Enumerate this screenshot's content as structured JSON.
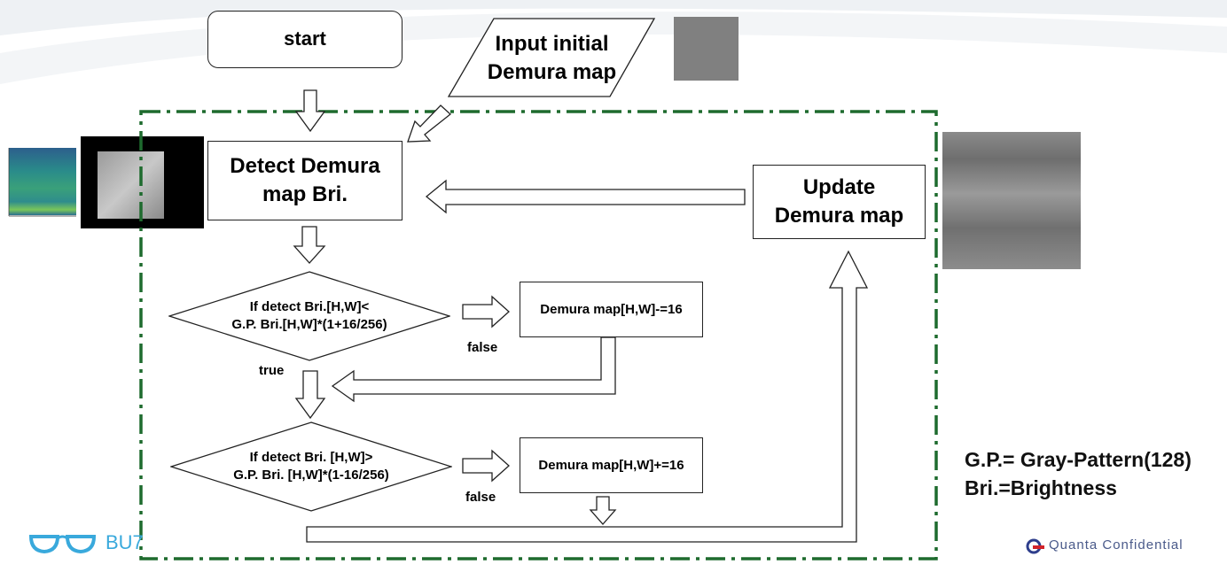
{
  "nodes": {
    "start": "start",
    "input_line1": "Input initial",
    "input_line2": "Demura map",
    "detect_line1": "Detect Demura",
    "detect_line2": "map  Bri.",
    "update_line1": "Update",
    "update_line2": "Demura map",
    "decision1_line1": "If detect Bri.[H,W]<",
    "decision1_line2": "G.P. Bri.[H,W]*(1+16/256)",
    "decision2_line1": "If detect Bri. [H,W]>",
    "decision2_line2": "G.P. Bri. [H,W]*(1-16/256)",
    "action1": "Demura map[H,W]-=16",
    "action2": "Demura map[H,W]+=16"
  },
  "labels": {
    "true": "true",
    "false1": "false",
    "false2": "false"
  },
  "legend": {
    "line1": "G.P.= Gray-Pattern(128)",
    "line2": "Bri.=Brightness"
  },
  "branding": {
    "left_logo_text": "BU7",
    "right_logo_text": "Quanta Confidential"
  },
  "colors": {
    "loop_border": "#1e6b2e",
    "logo_blue": "#39a9dc",
    "quanta_red": "#d2232a",
    "quanta_blue": "#2e3e8c"
  }
}
